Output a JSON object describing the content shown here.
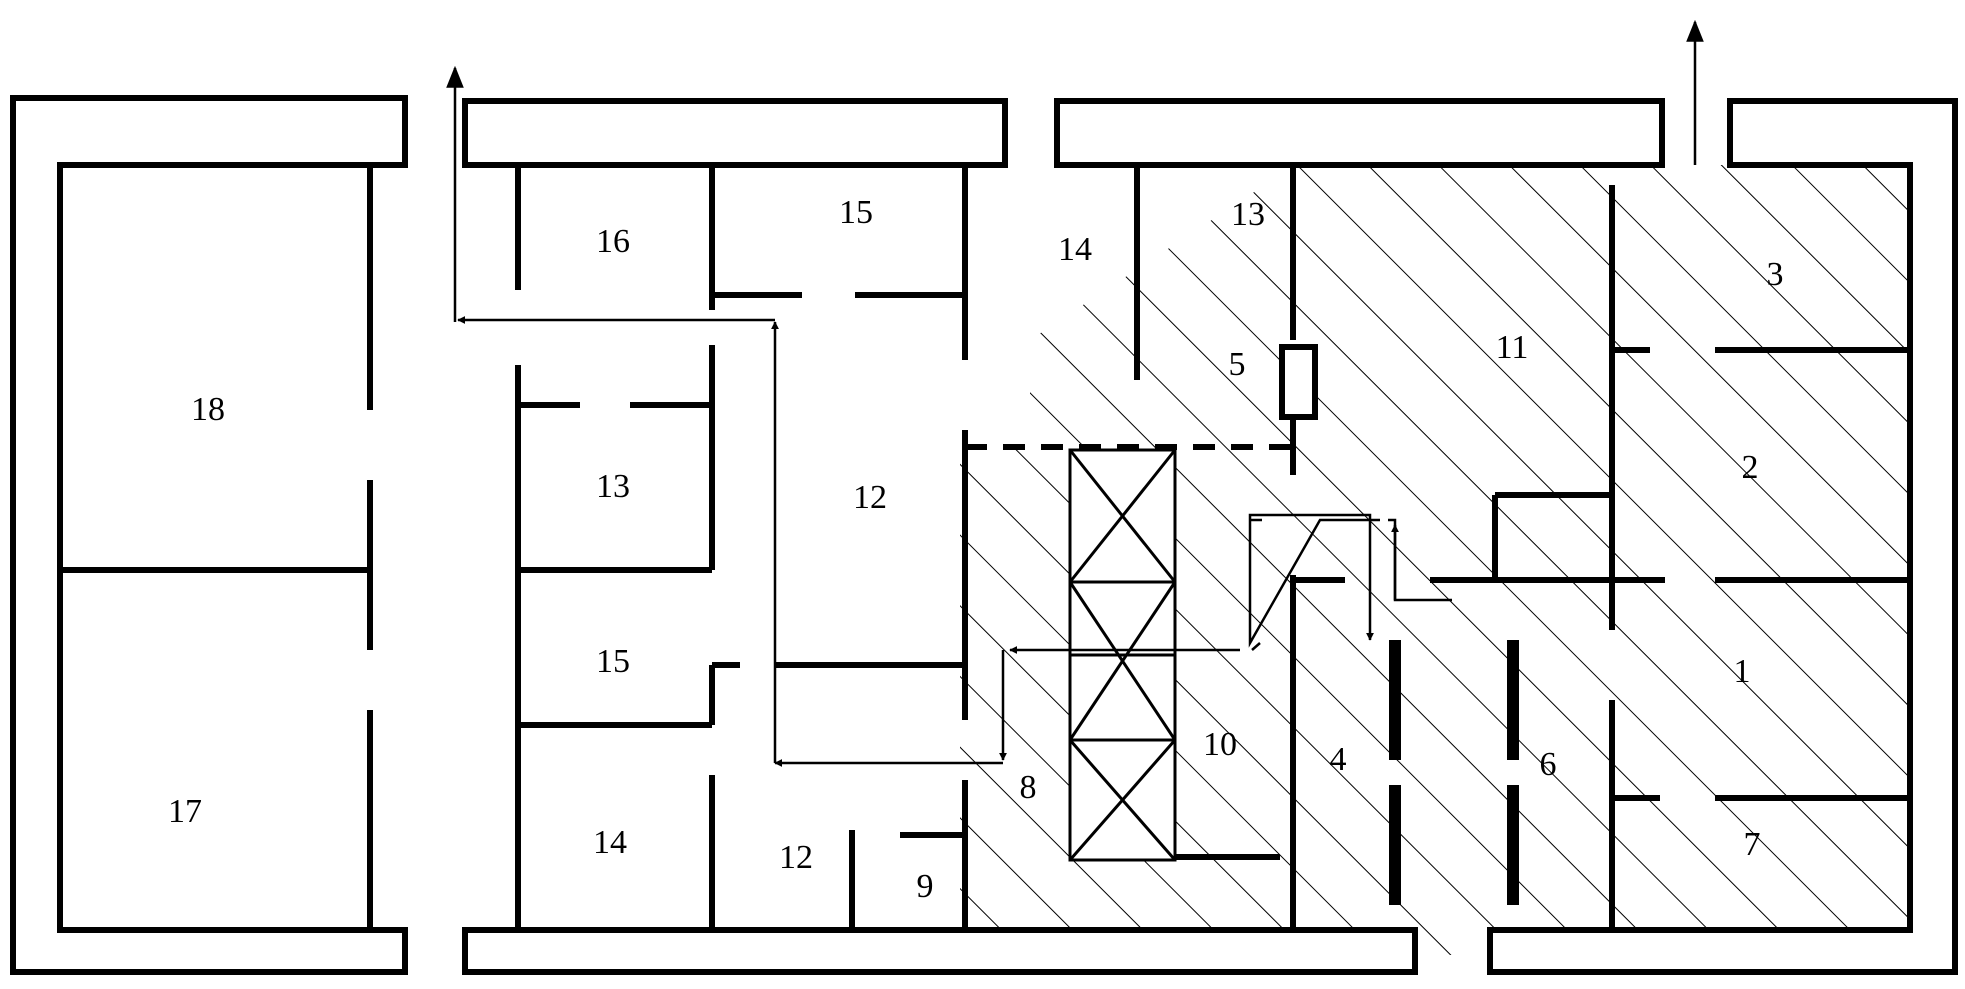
{
  "colors": {
    "ink": "#000000",
    "background": "#ffffff",
    "hatch": "#000000"
  },
  "labels": {
    "room_1": "1",
    "room_2": "2",
    "room_3": "3",
    "room_4": "4",
    "room_5": "5",
    "room_6": "6",
    "room_7": "7",
    "room_8": "8",
    "room_9": "9",
    "room_10": "10",
    "room_11": "11",
    "room_12_upper": "12",
    "room_12_lower": "12",
    "room_13_upper": "13",
    "room_13_left": "13",
    "room_14_upper": "14",
    "room_14_lower": "14",
    "room_15_upper": "15",
    "room_15_left": "15",
    "room_16": "16",
    "room_17": "17",
    "room_18": "18"
  }
}
